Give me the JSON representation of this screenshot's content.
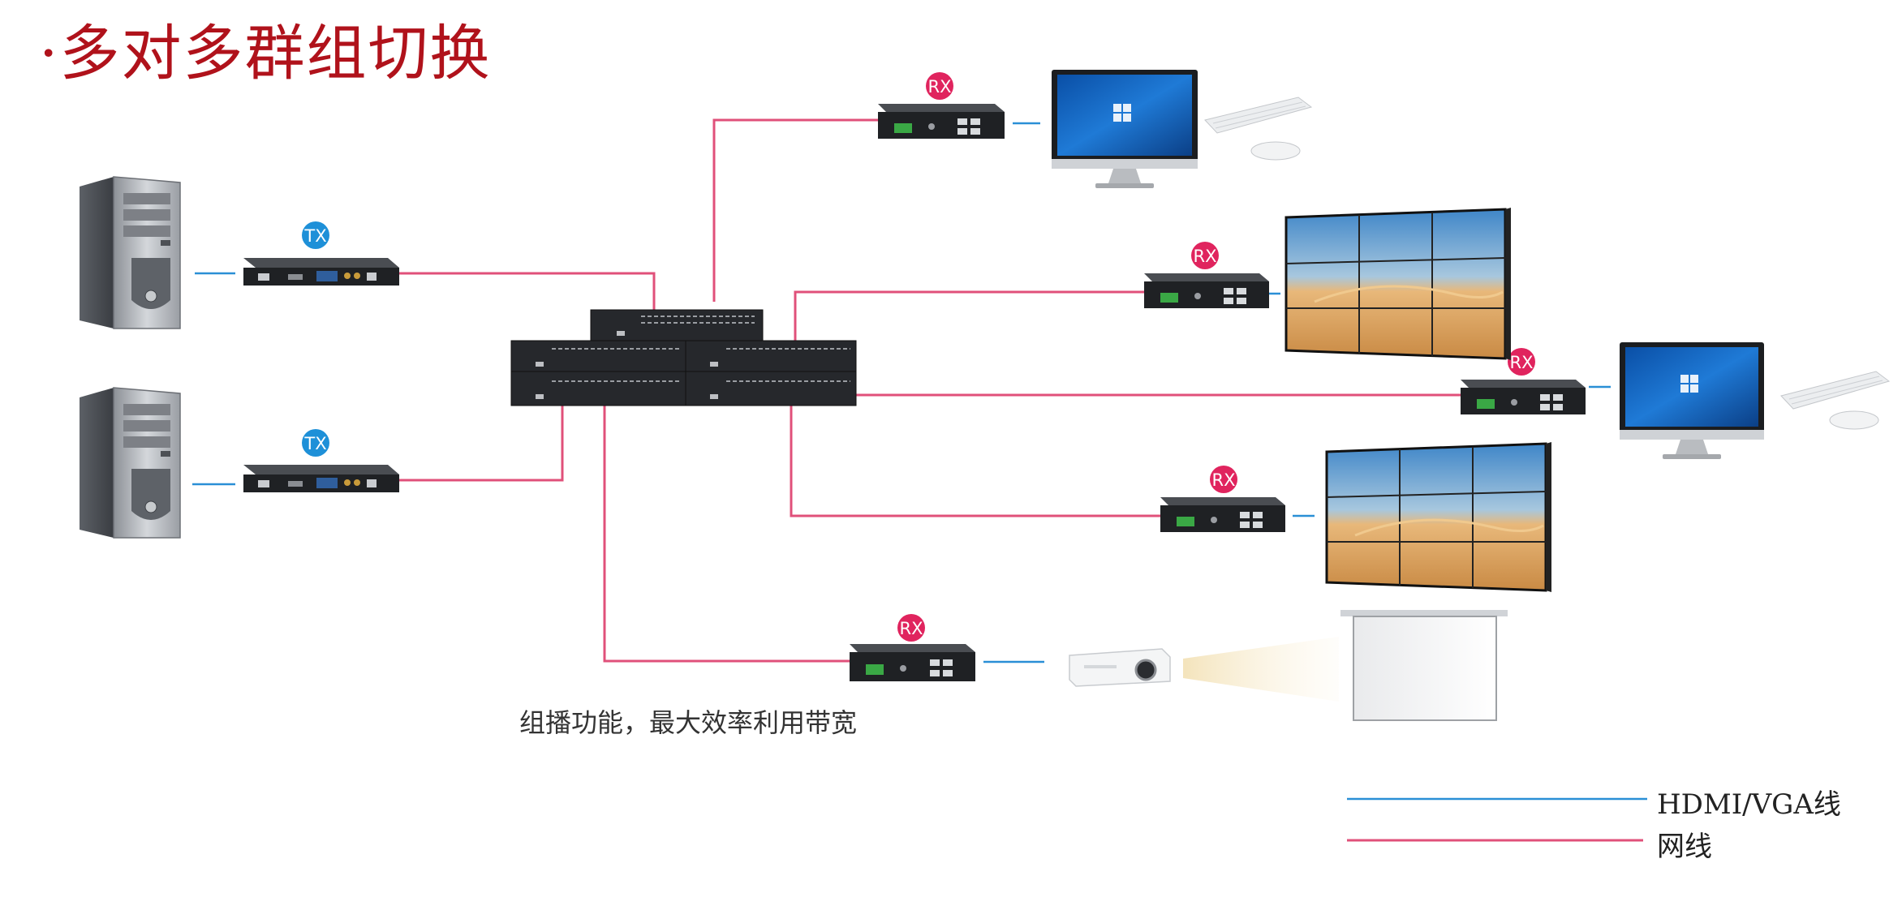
{
  "title": "·多对多群组切换",
  "caption": "组播功能，最大效率利用带宽",
  "badges": {
    "tx": "TX",
    "rx": "RX"
  },
  "legend": {
    "hdmi_vga": "HDMI/VGA线",
    "network": "网线"
  },
  "colors": {
    "title": "#b0121b",
    "network_line": "#e0507a",
    "hdmi_line": "#2a8fd6",
    "tx_badge": "#1e90d8",
    "rx_badge": "#e0245e"
  },
  "icons": [
    "pc-tower-icon",
    "tx-extender-icon",
    "rx-extender-icon",
    "network-switch-icon",
    "monitor-icon",
    "keyboard-icon",
    "mouse-icon",
    "video-wall-icon",
    "projector-icon",
    "projection-screen-icon"
  ]
}
